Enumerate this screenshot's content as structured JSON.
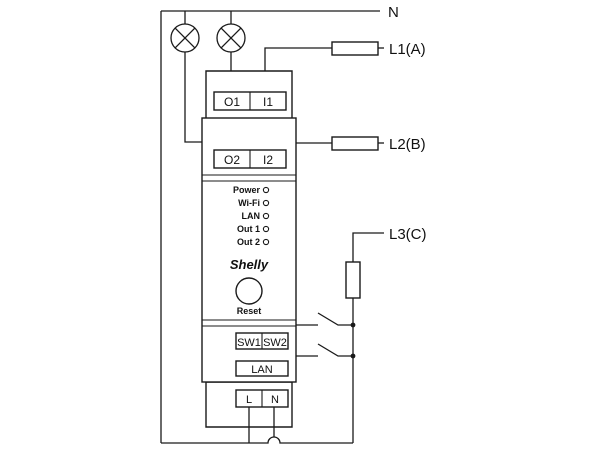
{
  "lines": {
    "neutral": "N",
    "line1": "L1(A)",
    "line2": "L2(B)",
    "line3": "L3(C)"
  },
  "device": {
    "terminals_top": [
      "O1",
      "I1"
    ],
    "terminals_mid": [
      "O2",
      "I2"
    ],
    "leds": [
      "Power",
      "Wi-Fi",
      "LAN",
      "Out 1",
      "Out 2"
    ],
    "brand": "Shelly",
    "reset_label": "Reset",
    "switch_inputs": [
      "SW1",
      "SW2"
    ],
    "lan_port": "LAN",
    "power_terminals": [
      "L",
      "N"
    ]
  }
}
